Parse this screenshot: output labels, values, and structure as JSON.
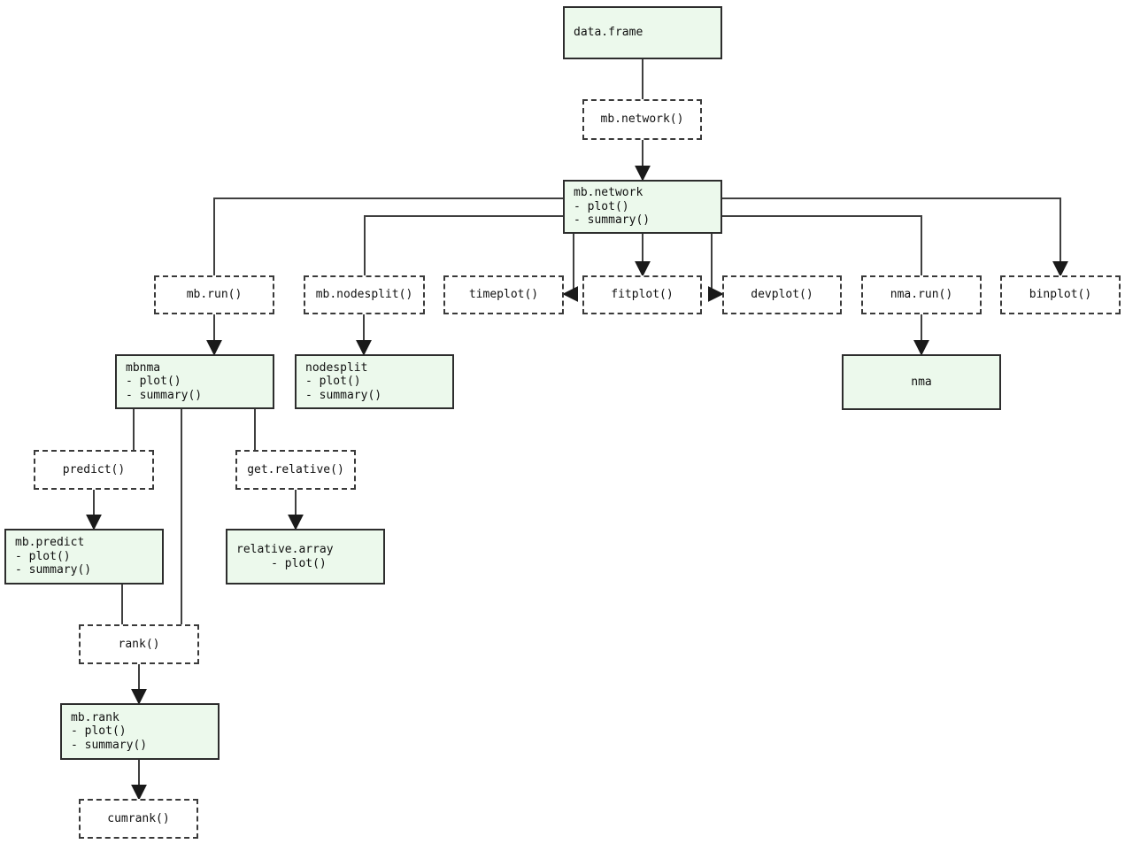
{
  "diagram": {
    "description_colors": {
      "object_node_fill": "#ecf9ec",
      "node_border": "#2d2d2d",
      "edge_stroke": "#3f3f3f",
      "background": "#ffffff",
      "text": "#101010"
    },
    "nodes": {
      "data_frame": {
        "lines": [
          "data.frame"
        ],
        "style": "solid"
      },
      "mb_network_fn": {
        "lines": [
          "mb.network()"
        ],
        "style": "dashed"
      },
      "mb_network": {
        "lines": [
          "mb.network",
          "- plot()",
          "- summary()"
        ],
        "style": "solid"
      },
      "mb_run": {
        "lines": [
          "mb.run()"
        ],
        "style": "dashed"
      },
      "mb_nodesplit": {
        "lines": [
          "mb.nodesplit()"
        ],
        "style": "dashed"
      },
      "timeplot": {
        "lines": [
          "timeplot()"
        ],
        "style": "dashed"
      },
      "fitplot": {
        "lines": [
          "fitplot()"
        ],
        "style": "dashed"
      },
      "devplot": {
        "lines": [
          "devplot()"
        ],
        "style": "dashed"
      },
      "nma_run": {
        "lines": [
          "nma.run()"
        ],
        "style": "dashed"
      },
      "binplot": {
        "lines": [
          "binplot()"
        ],
        "style": "dashed"
      },
      "mbnma": {
        "lines": [
          "mbnma",
          "- plot()",
          "- summary()"
        ],
        "style": "solid"
      },
      "nodesplit": {
        "lines": [
          "nodesplit",
          "- plot()",
          "- summary()"
        ],
        "style": "solid"
      },
      "nma": {
        "lines": [
          "nma"
        ],
        "style": "solid"
      },
      "predict": {
        "lines": [
          "predict()"
        ],
        "style": "dashed"
      },
      "get_relative": {
        "lines": [
          "get.relative()"
        ],
        "style": "dashed"
      },
      "mb_predict": {
        "lines": [
          "mb.predict",
          "- plot()",
          "- summary()"
        ],
        "style": "solid"
      },
      "relative_array": {
        "lines": [
          "relative.array",
          "     - plot()"
        ],
        "style": "solid"
      },
      "rank": {
        "lines": [
          "rank()"
        ],
        "style": "dashed"
      },
      "mb_rank": {
        "lines": [
          "mb.rank",
          "- plot()",
          "- summary()"
        ],
        "style": "solid"
      },
      "cumrank": {
        "lines": [
          "cumrank()"
        ],
        "style": "dashed"
      }
    },
    "edges": [
      {
        "from": "data.frame",
        "to": "mb.network()",
        "arrowhead": false
      },
      {
        "from": "mb.network()",
        "to": "mb.network",
        "arrowhead": true
      },
      {
        "from": "mb.network",
        "to": "timeplot()",
        "arrowhead": true
      },
      {
        "from": "mb.network",
        "to": "fitplot()",
        "arrowhead": true
      },
      {
        "from": "mb.network",
        "to": "devplot()",
        "arrowhead": true
      },
      {
        "from": "mb.network",
        "to": "mb.run()",
        "arrowhead": false
      },
      {
        "from": "mb.network",
        "to": "mb.nodesplit()",
        "arrowhead": false
      },
      {
        "from": "mb.network",
        "to": "binplot()",
        "arrowhead": true
      },
      {
        "from": "mb.network",
        "to": "nma.run()",
        "arrowhead": false
      },
      {
        "from": "mb.run()",
        "to": "mbnma",
        "arrowhead": true
      },
      {
        "from": "mb.nodesplit()",
        "to": "nodesplit",
        "arrowhead": true
      },
      {
        "from": "nma.run()",
        "to": "nma",
        "arrowhead": true
      },
      {
        "from": "mbnma",
        "to": "predict()",
        "arrowhead": false
      },
      {
        "from": "mbnma",
        "to": "rank()",
        "arrowhead": false
      },
      {
        "from": "mbnma",
        "to": "get.relative()",
        "arrowhead": false
      },
      {
        "from": "predict()",
        "to": "mb.predict",
        "arrowhead": true
      },
      {
        "from": "get.relative()",
        "to": "relative.array",
        "arrowhead": true
      },
      {
        "from": "mb.predict",
        "to": "rank()",
        "arrowhead": false
      },
      {
        "from": "rank()",
        "to": "mb.rank",
        "arrowhead": true
      },
      {
        "from": "mb.rank",
        "to": "cumrank()",
        "arrowhead": true
      }
    ]
  }
}
